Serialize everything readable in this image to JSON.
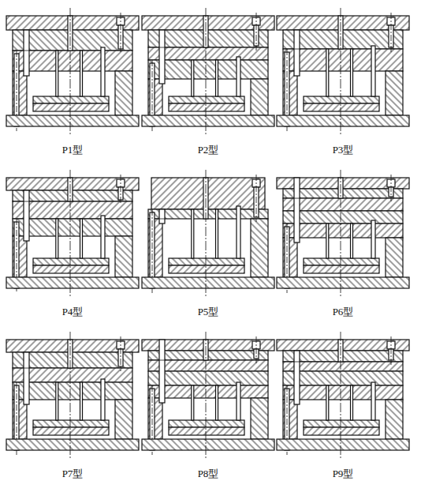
{
  "diagram": {
    "labels": [
      "P1型",
      "P2型",
      "P3型",
      "P4型",
      "P5型",
      "P6型",
      "P7型",
      "P8型",
      "P9型"
    ]
  }
}
